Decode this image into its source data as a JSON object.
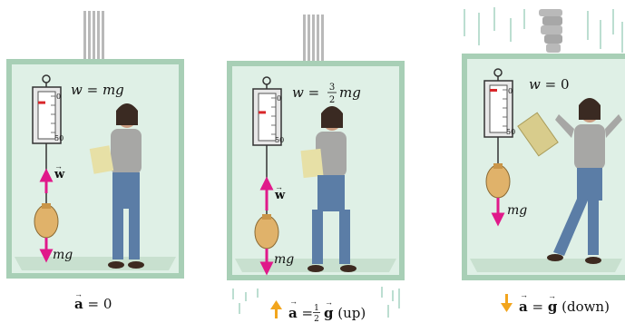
{
  "colors": {
    "box_fill": "#dff0e6",
    "box_frame": "#a8cfb6",
    "box_floor": "#c8e0cf",
    "force_arrow": "#e0198a",
    "accel_arrow": "#f2a51d",
    "bag": "#e0b26a",
    "scale_face": "#ffffff",
    "scale_marker": "#d9262a"
  },
  "panels": [
    {
      "id": "rest",
      "weight_eq": {
        "prefix": "w = ",
        "expr": "mg",
        "frac_num": "",
        "frac_den": ""
      },
      "scale_ticks": {
        "top": "0",
        "bottom": "50"
      },
      "scale_reading": 0.15,
      "force_labels": {
        "upper": "w",
        "lower": "mg"
      },
      "accel_caption": {
        "lhs": "a",
        "eq": " = ",
        "rhs": "0",
        "frac_num": "",
        "frac_den": "",
        "suffix": ""
      },
      "icons": {
        "accel": ""
      }
    },
    {
      "id": "up",
      "weight_eq": {
        "prefix": "w = ",
        "expr": "mg",
        "frac_num": "3",
        "frac_den": "2"
      },
      "scale_ticks": {
        "top": "0",
        "bottom": "50"
      },
      "scale_reading": 0.35,
      "force_labels": {
        "upper": "w",
        "lower": "mg"
      },
      "accel_caption": {
        "lhs": "a",
        "eq": " = ",
        "rhs": "g",
        "frac_num": "1",
        "frac_den": "2",
        "suffix": " (up)"
      },
      "icons": {
        "accel": "up-arrow-icon"
      }
    },
    {
      "id": "down",
      "weight_eq": {
        "prefix": "w = ",
        "expr": "0",
        "frac_num": "",
        "frac_den": ""
      },
      "scale_ticks": {
        "top": "0",
        "bottom": "50"
      },
      "scale_reading": 0.0,
      "force_labels": {
        "upper": "",
        "lower": "mg"
      },
      "accel_caption": {
        "lhs": "a",
        "eq": " = ",
        "rhs": "g",
        "frac_num": "",
        "frac_den": "",
        "suffix": " (down)"
      },
      "icons": {
        "accel": "down-arrow-icon"
      }
    }
  ]
}
